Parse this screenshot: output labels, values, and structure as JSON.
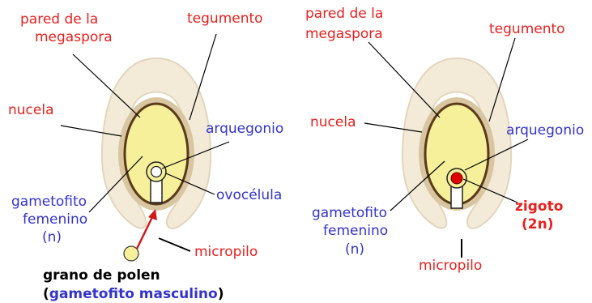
{
  "colors": {
    "label_red": "#e8201e",
    "label_blue": "#3333cc",
    "integument": "#f3ead8",
    "nucellus": "#d8c6a0",
    "gametophyte": "#f6f09a",
    "zygote": "#e00000"
  },
  "left": {
    "pared_line1": "pared de la",
    "pared_line2": "megaspora",
    "tegumento": "tegumento",
    "nucela": "nucela",
    "arquegonio": "arquegonio",
    "ovocelula": "ovocélula",
    "gametofito_line1": "gametofito",
    "gametofito_line2": "femenino",
    "gametofito_line3": "(n)",
    "micropilo": "micropilo",
    "polen_line1": "grano de polen",
    "polen_open": "(",
    "polen_blue": "gametofito masculino",
    "polen_close": ")"
  },
  "right": {
    "pared_line1": "pared de la",
    "pared_line2": "megaspora",
    "tegumento": "tegumento",
    "nucela": "nucela",
    "arquegonio": "arquegonio",
    "zigoto_line1": "zigoto",
    "zigoto_line2": "(2n)",
    "gametofito_line1": "gametofito",
    "gametofito_line2": "femenino",
    "gametofito_line3": "(n)",
    "micropilo": "micropilo"
  }
}
